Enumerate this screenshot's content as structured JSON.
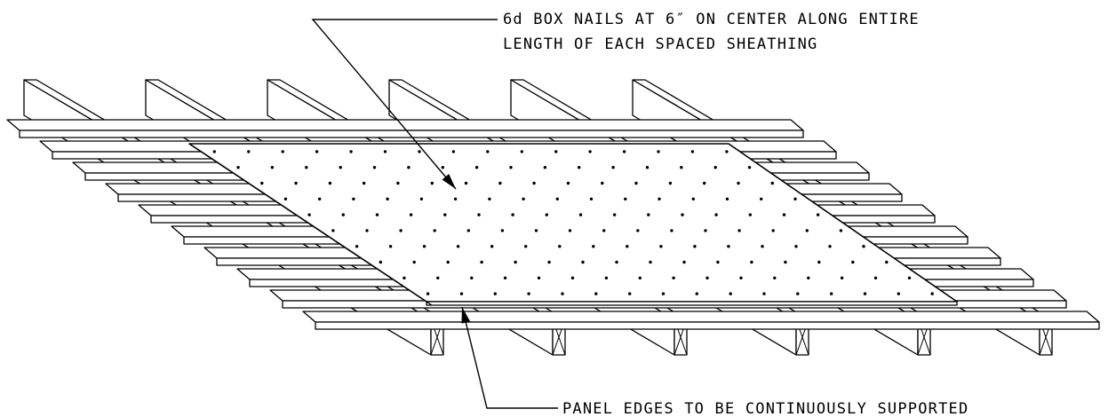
{
  "annotations": {
    "nails_line1": "6d BOX NAILS AT 6″ ON CENTER ALONG ENTIRE",
    "nails_line2": "LENGTH OF EACH SPACED SHEATHING",
    "panel_edges": "PANEL EDGES TO BE CONTINUOUSLY SUPPORTED"
  },
  "drawing": {
    "line_color": "#000000",
    "fill_color": "#ffffff",
    "joist_count": 6,
    "sheathing_board_count": 10
  }
}
